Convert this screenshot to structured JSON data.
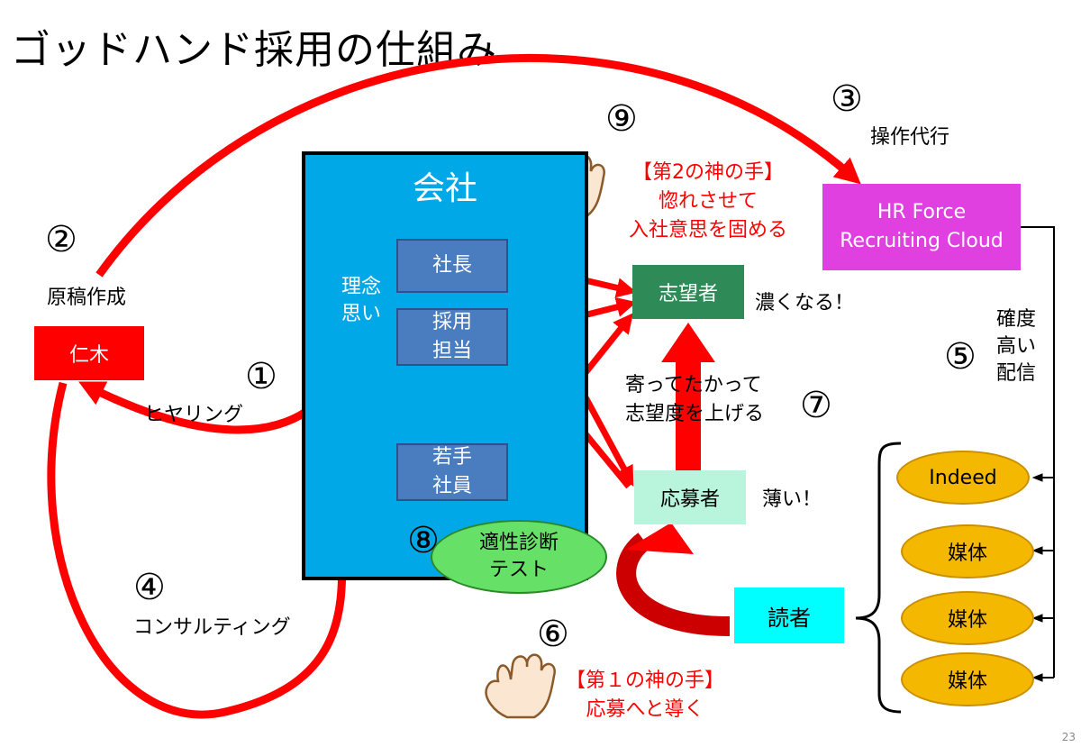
{
  "title": "ゴッドハンド採用の仕組み",
  "company": {
    "label": "会社",
    "values": "理念\n思い"
  },
  "roles": {
    "president": "社長",
    "recruiter": "採用\n担当",
    "young_staff": "若手\n社員"
  },
  "niki": "仁木",
  "hrforce": "HR Force\nRecruiting Cloud",
  "candidate": "志望者",
  "applicant": "応募者",
  "reader": "読者",
  "media": [
    "Indeed",
    "媒体",
    "媒体",
    "媒体"
  ],
  "aptitude": "適性診断\nテスト",
  "steps": {
    "s1": {
      "num": "①",
      "label": "ヒヤリング"
    },
    "s2": {
      "num": "②",
      "label": "原稿作成"
    },
    "s3": {
      "num": "③",
      "label": "操作代行"
    },
    "s4": {
      "num": "④",
      "label": "コンサルティング"
    },
    "s5": {
      "num": "⑤",
      "label": "確度\n高い\n配信"
    },
    "s6": {
      "num": "⑥",
      "label": "【第１の神の手】\n応募へと導く"
    },
    "s7": {
      "num": "⑦",
      "label": "寄ってたかって\n志望度を上げる"
    },
    "s8": {
      "num": "⑧"
    },
    "s9": {
      "num": "⑨",
      "label": "【第2の神の手】\n惚れさせて\n入社意思を固める"
    }
  },
  "candidate_note": "濃くなる！",
  "applicant_note": "薄い！",
  "page_number": "23",
  "colors": {
    "red": "#ff0000",
    "company": "#00a8e8",
    "role": "#4a7cc0",
    "candidate": "#2e8b57",
    "applicant": "#b8f5dc",
    "reader": "#00ffff",
    "hrforce": "#e040e0",
    "media": "#f5b800",
    "aptitude": "#66e066"
  }
}
